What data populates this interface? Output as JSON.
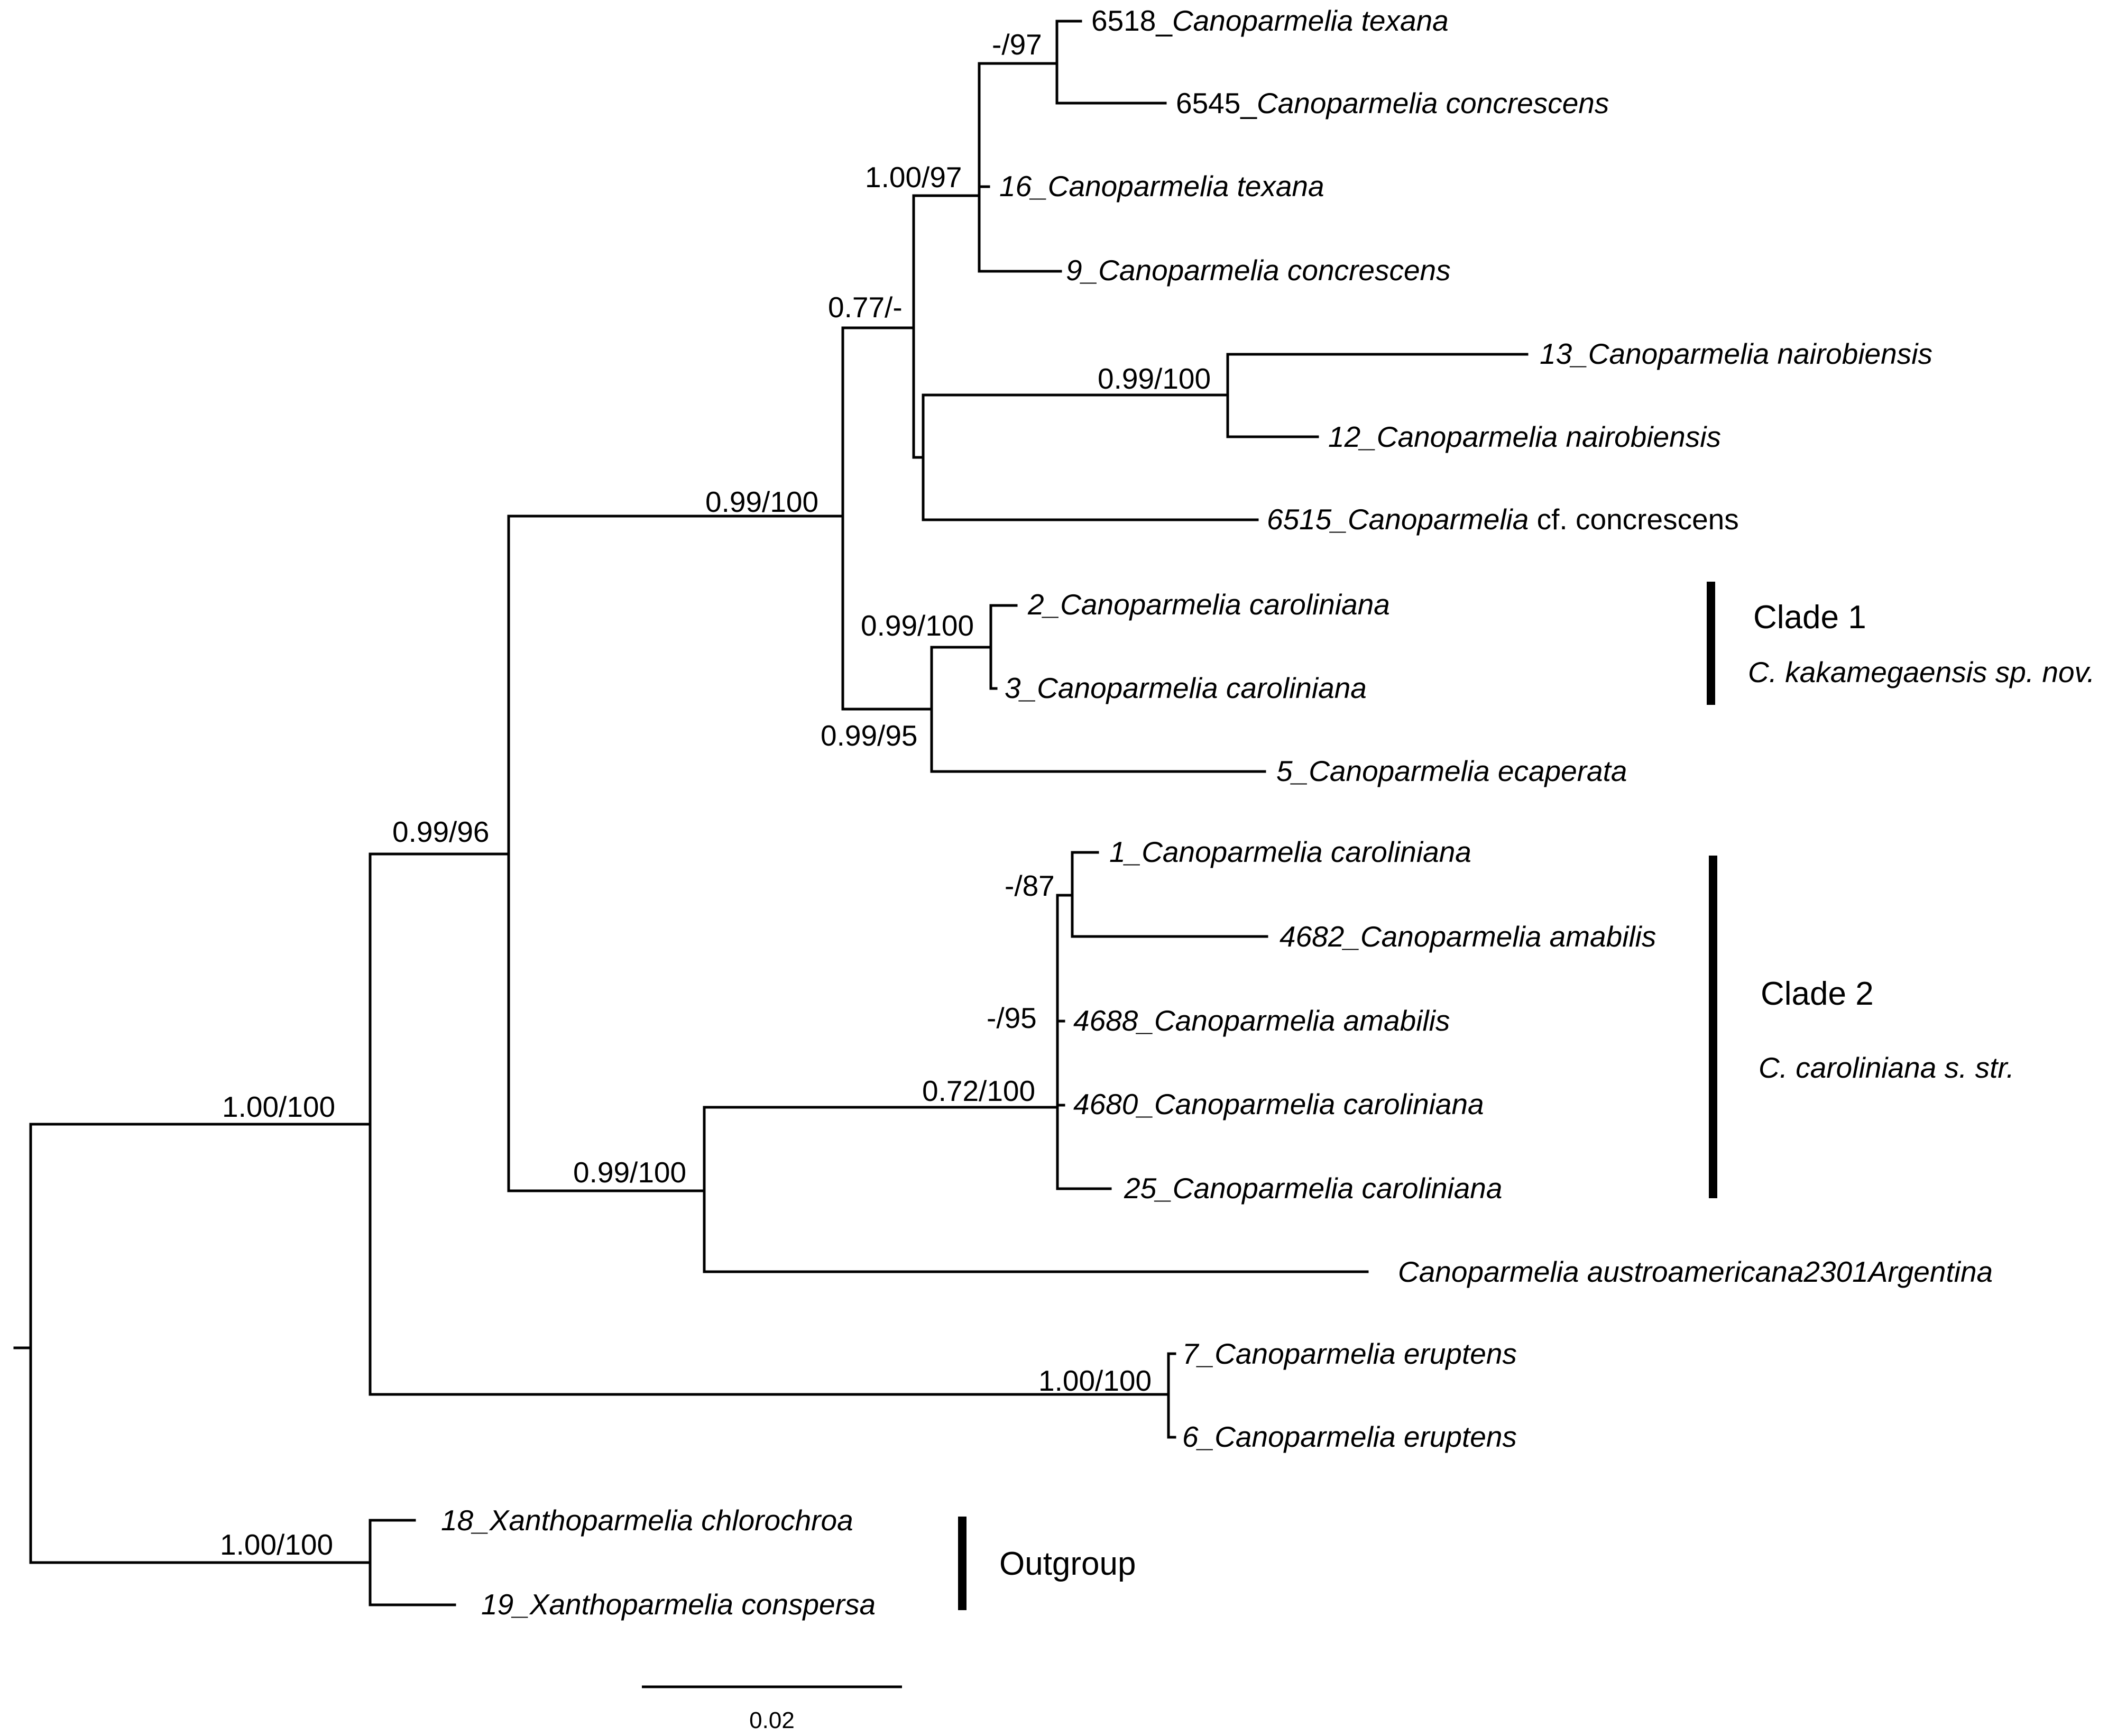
{
  "tips": [
    {
      "id": "t6518",
      "num": "6518_",
      "num_italic": false,
      "name": "Canoparmelia texana",
      "suffix": ""
    },
    {
      "id": "t6545",
      "num": "6545_",
      "num_italic": false,
      "name": "Canoparmelia concrescens",
      "suffix": ""
    },
    {
      "id": "t16",
      "num": "16_",
      "num_italic": true,
      "name": "Canoparmelia texana",
      "suffix": ""
    },
    {
      "id": "t9",
      "num": "9_",
      "num_italic": true,
      "name": "Canoparmelia concrescens",
      "suffix": ""
    },
    {
      "id": "t13",
      "num": "13_",
      "num_italic": true,
      "name": "Canoparmelia nairobiensis",
      "suffix": ""
    },
    {
      "id": "t12",
      "num": "12_",
      "num_italic": true,
      "name": "Canoparmelia nairobiensis",
      "suffix": ""
    },
    {
      "id": "t6515",
      "num": "6515_",
      "num_italic": true,
      "name": "Canoparmelia",
      "suffix": " cf. concrescens"
    },
    {
      "id": "t2",
      "num": "2_",
      "num_italic": true,
      "name": "Canoparmelia caroliniana",
      "suffix": ""
    },
    {
      "id": "t3",
      "num": "3_",
      "num_italic": true,
      "name": "Canoparmelia caroliniana",
      "suffix": ""
    },
    {
      "id": "t5",
      "num": "5_",
      "num_italic": true,
      "name": "Canoparmelia ecaperata",
      "suffix": ""
    },
    {
      "id": "t1",
      "num": "1_",
      "num_italic": true,
      "name": "Canoparmelia caroliniana",
      "suffix": ""
    },
    {
      "id": "t4682",
      "num": "4682_",
      "num_italic": true,
      "name": "Canoparmelia amabilis",
      "suffix": ""
    },
    {
      "id": "t4688",
      "num": "4688_",
      "num_italic": true,
      "name": "Canoparmelia amabilis",
      "suffix": ""
    },
    {
      "id": "t4680",
      "num": "4680_",
      "num_italic": true,
      "name": "Canoparmelia caroliniana",
      "suffix": ""
    },
    {
      "id": "t25",
      "num": "25_",
      "num_italic": true,
      "name": "Canoparmelia caroliniana",
      "suffix": ""
    },
    {
      "id": "taustro",
      "num": "",
      "num_italic": true,
      "name": "Canoparmelia austroamericana2301Argentina",
      "suffix": ""
    },
    {
      "id": "t7",
      "num": "7_",
      "num_italic": true,
      "name": "Canoparmelia eruptens",
      "suffix": ""
    },
    {
      "id": "t6",
      "num": "6_",
      "num_italic": true,
      "name": "Canoparmelia eruptens",
      "suffix": ""
    },
    {
      "id": "t18",
      "num": "18_",
      "num_italic": true,
      "name": "Xanthoparmelia chlorochroa",
      "suffix": ""
    },
    {
      "id": "t19",
      "num": "19_",
      "num_italic": true,
      "name": "Xanthoparmelia conspersa",
      "suffix": ""
    }
  ],
  "support_values": {
    "texana_concrescens": "-/97",
    "texana_group": "1.00/97",
    "upper_core": "0.77/-",
    "nairobiensis": "0.99/100",
    "upper_clade": "0.99/100",
    "clade1_pair": "0.99/100",
    "clade1_ecaperata": "0.99/95",
    "core_canoparmelia": "0.99/96",
    "clade2_pair": "-/87",
    "clade2_inner": "-/95",
    "clade2": "0.72/100",
    "clade2_austro": "0.99/100",
    "eruptens": "1.00/100",
    "ingroup": "1.00/100",
    "outgroup": "1.00/100"
  },
  "clades": {
    "clade1": {
      "title": "Clade 1",
      "subtitle": "C. kakamegaensis sp. nov."
    },
    "clade2": {
      "title": "Clade 2",
      "subtitle": "C. caroliniana s. str."
    },
    "outgroup": {
      "title": "Outgroup"
    }
  },
  "scale_bar": {
    "label": "0.02"
  }
}
